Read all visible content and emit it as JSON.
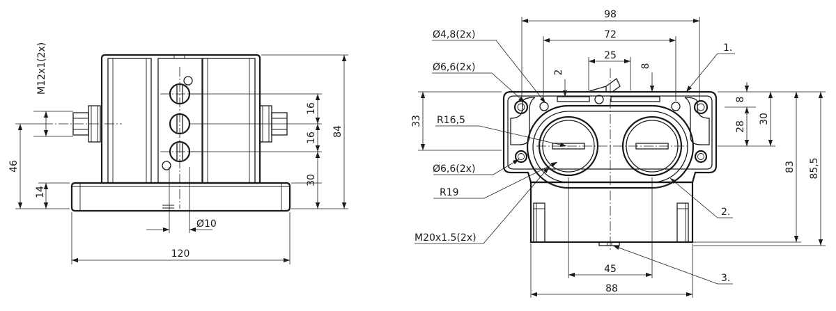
{
  "left_view": {
    "dims": {
      "thread_m12": "M12x1(2x)",
      "h46": "46",
      "h14": "14",
      "h84": "84",
      "h16a": "16",
      "h16b": "16",
      "h30": "30",
      "dia10": "Ø10",
      "w120": "120"
    }
  },
  "right_view": {
    "dims": {
      "w98": "98",
      "w72": "72",
      "w25": "25",
      "w2": "2",
      "w8top": "8",
      "dia48": "Ø4,8(2x)",
      "dia66a": "Ø6,6(2x)",
      "h33": "33",
      "r165": "R16,5",
      "dia66b": "Ø6,6(2x)",
      "r19": "R19",
      "m20": "M20x1.5(2x)",
      "h8": "8",
      "h28": "28",
      "h30": "30",
      "h83": "83",
      "h855": "85,5",
      "w45": "45",
      "w88": "88"
    },
    "callouts": {
      "c1": "1.",
      "c2": "2.",
      "c3": "3."
    }
  }
}
